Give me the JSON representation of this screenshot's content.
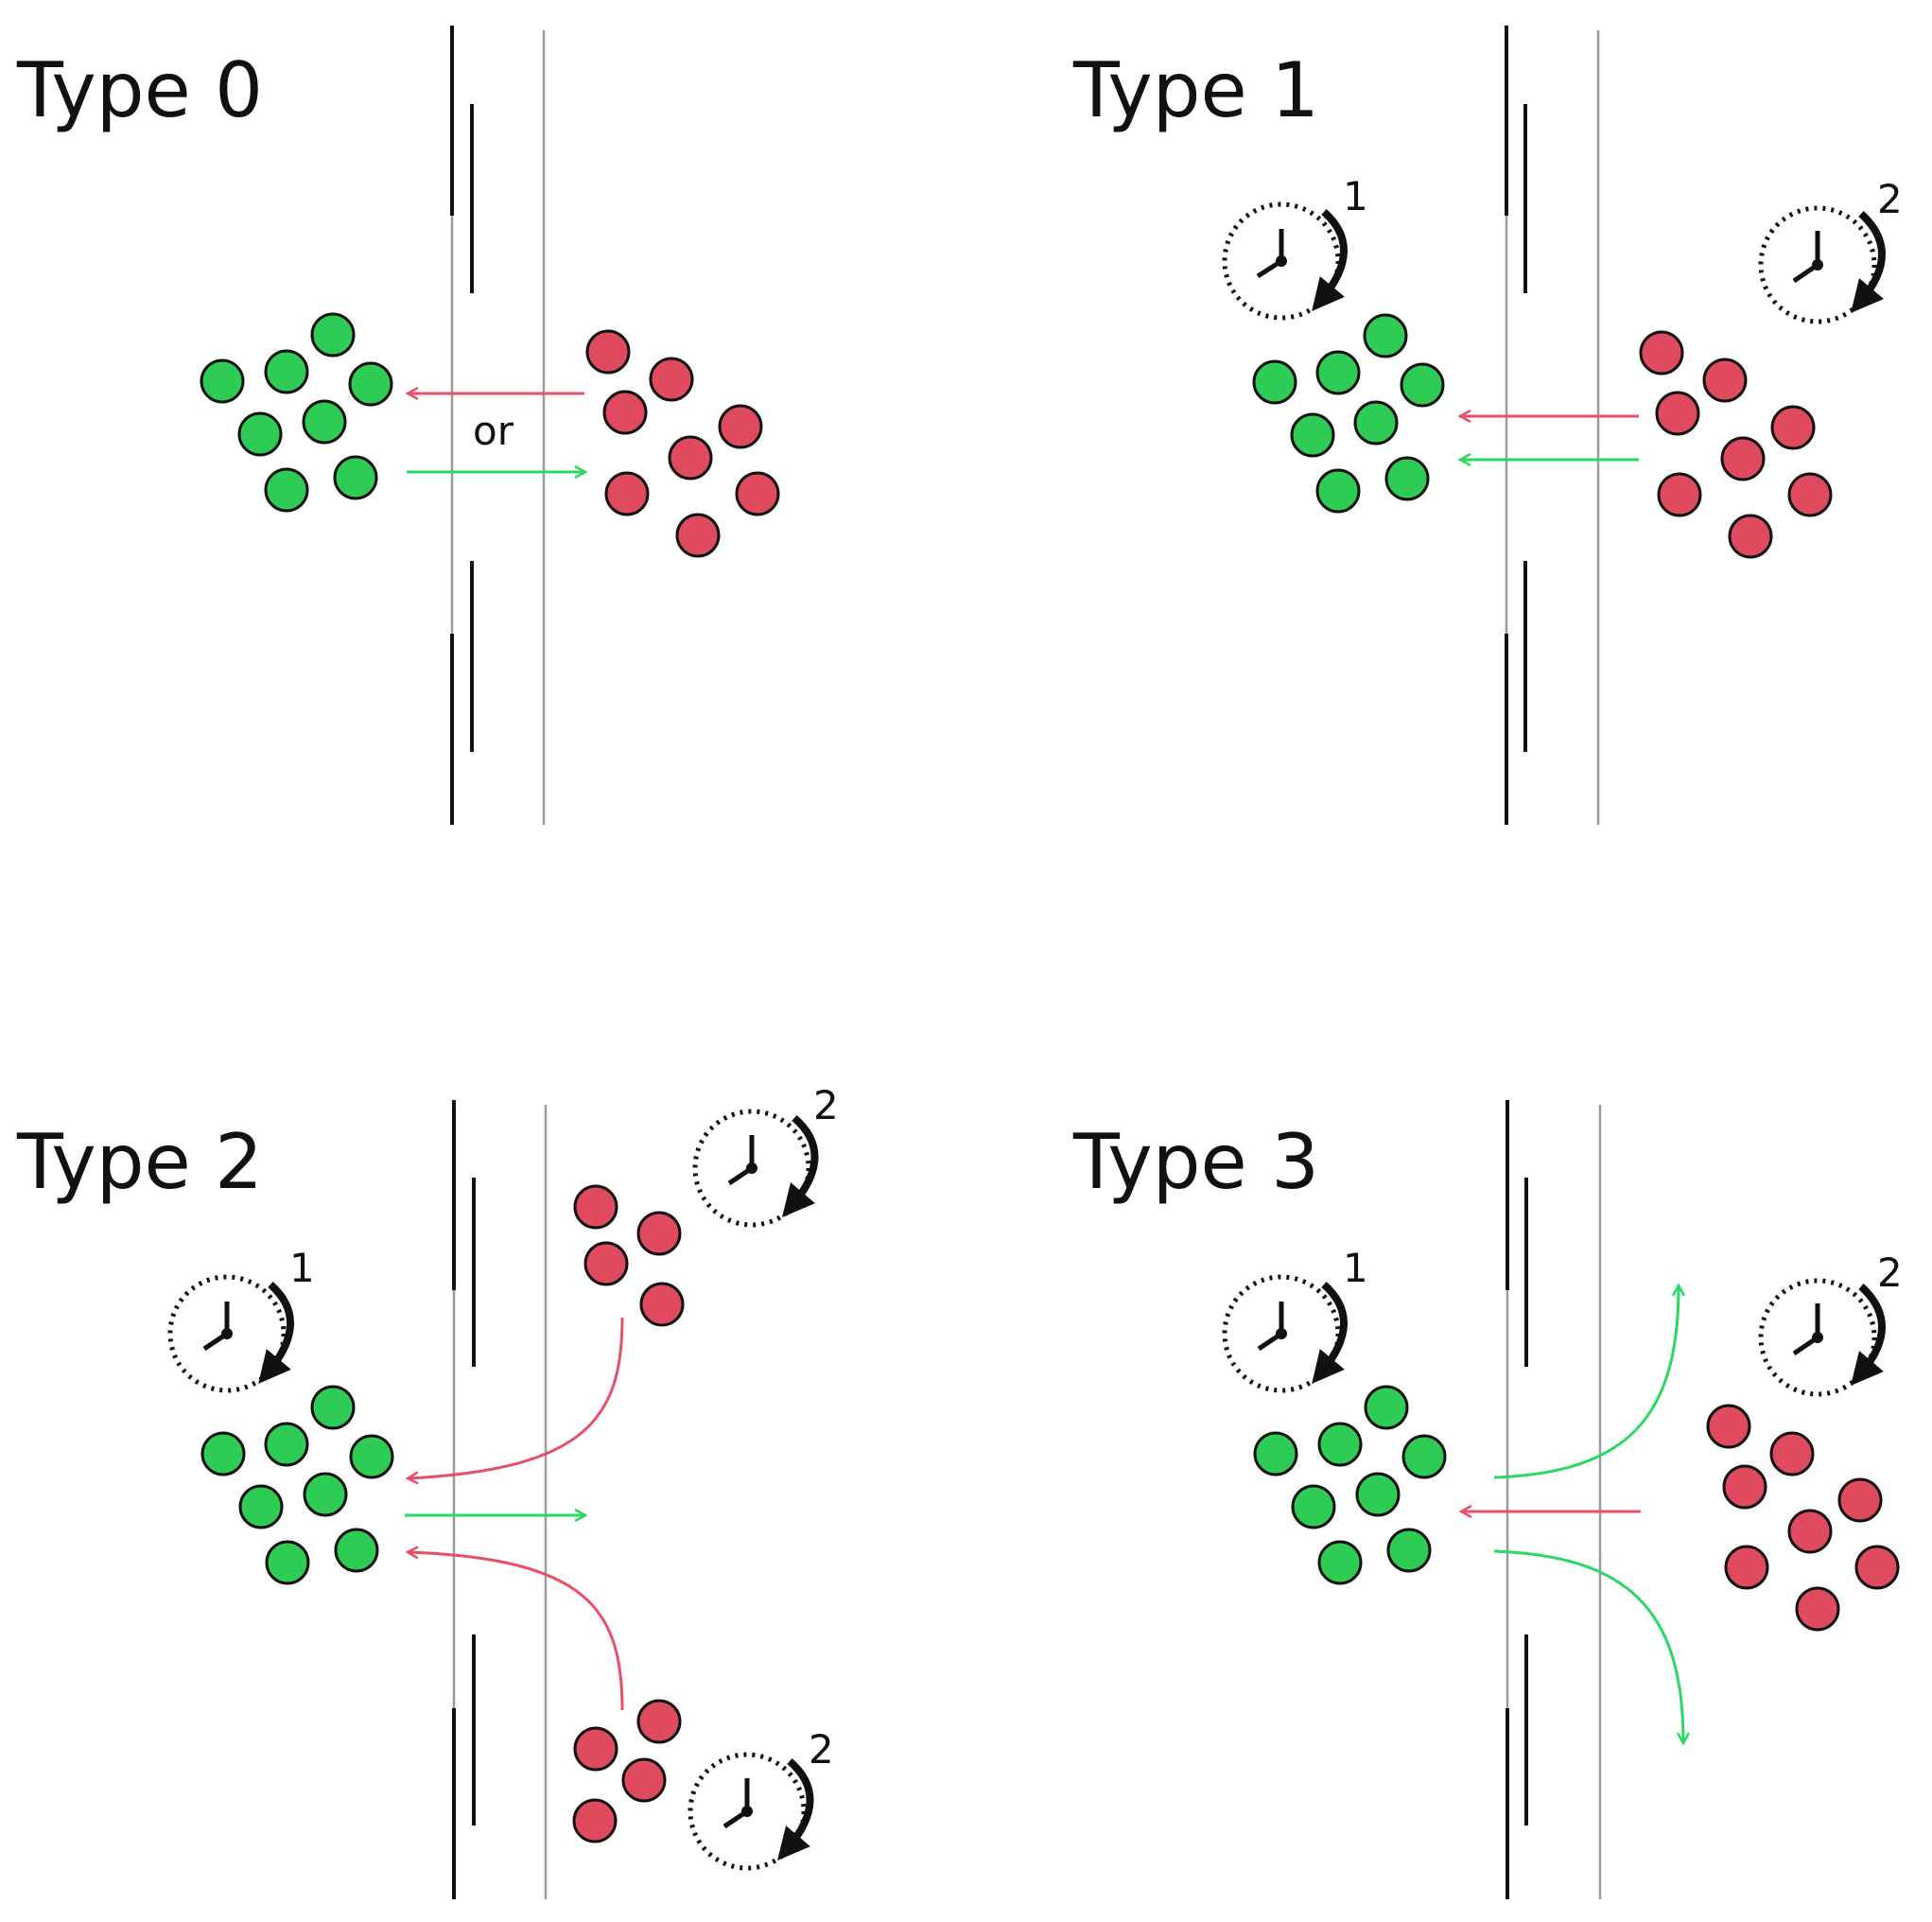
{
  "colors": {
    "green": "#2ecc55",
    "red": "#e04a5f",
    "arrow_green": "#2bd860",
    "arrow_red": "#e8506a",
    "ink": "#111111"
  },
  "panels": [
    {
      "title": "Type 0",
      "connector": "or"
    },
    {
      "title": "Type 1",
      "clock_labels": [
        "1",
        "2"
      ]
    },
    {
      "title": "Type 2",
      "clock_labels": [
        "1",
        "2",
        "2"
      ]
    },
    {
      "title": "Type 3",
      "clock_labels": [
        "1",
        "2"
      ]
    }
  ],
  "icons": [
    "clock-icon",
    "rotation-arrow-icon"
  ]
}
